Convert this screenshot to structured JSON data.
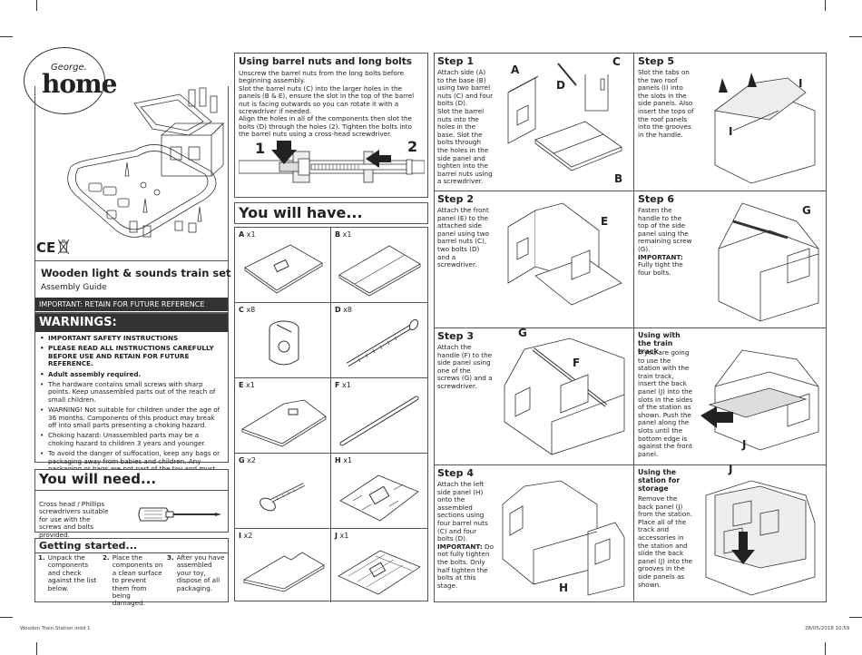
{
  "brand": {
    "line1": "George.",
    "line2": "home"
  },
  "cover": {
    "title": "Wooden light & sounds train set",
    "subtitle": "Assembly Guide",
    "important_bar": "IMPORTANT: RETAIN FOR FUTURE REFERENCE",
    "ce_mark": "CE"
  },
  "warnings": {
    "heading": "WARNINGS:",
    "items": [
      {
        "text": "IMPORTANT SAFETY INSTRUCTIONS",
        "bold": true
      },
      {
        "text": "PLEASE READ ALL INSTRUCTIONS CAREFULLY BEFORE USE AND RETAIN FOR FUTURE REFERENCE.",
        "bold": true
      },
      {
        "text": "Adult assembly required.",
        "bold": true
      },
      {
        "text": "The hardware contains small screws with sharp points. Keep unassembled parts out of the reach of small children.",
        "bold": false
      },
      {
        "text": "WARNING! Not suitable for children under the age of 36 months. Components of this product may break off into small parts presenting a choking hazard.",
        "bold": false
      },
      {
        "text": "Choking hazard: Unassembled parts may be a choking hazard to children 3 years and younger.",
        "bold": false
      },
      {
        "text": "To avoid the danger of suffocation, keep any bags or packaging away from babies and children. Any packaging or bags are not part of the toy and must be disposed of immediately before assembling the toy.",
        "bold": false
      }
    ]
  },
  "need": {
    "heading": "You will need...",
    "text": "Cross head / Phillips screwdrivers suitable for use with the screws and bolts provided."
  },
  "getting_started": {
    "heading": "Getting started...",
    "steps": [
      {
        "num": "1.",
        "text": "Unpack the components and check against the list below."
      },
      {
        "num": "2.",
        "text": "Place the components on a clean surface to prevent them from being damaged."
      },
      {
        "num": "3.",
        "text": "After you have assembled your toy, dispose of all packaging."
      }
    ]
  },
  "barrel": {
    "heading": "Using barrel nuts and long bolts",
    "text": "Unscrew the barrel nuts from the long bolts before beginning assembly.\nSlot the barrel nuts (C) into the larger holes in the panels (B & E), ensure the slot in the top of the barrel nut is facing outwards so you can rotate it with a screwdriver if needed.\nAlign the holes in all of the components then slot the bolts (D) through the holes (2). Tighten the bolts into the barrel nuts using a cross-head screwdriver.",
    "label_1": "1",
    "label_2": "2"
  },
  "have": {
    "heading": "You will have...",
    "parts": [
      {
        "letter": "A",
        "qty": "x1"
      },
      {
        "letter": "B",
        "qty": "x1"
      },
      {
        "letter": "C",
        "qty": "x8"
      },
      {
        "letter": "D",
        "qty": "x8"
      },
      {
        "letter": "E",
        "qty": "x1"
      },
      {
        "letter": "F",
        "qty": "x1"
      },
      {
        "letter": "G",
        "qty": "x2"
      },
      {
        "letter": "H",
        "qty": "x1"
      },
      {
        "letter": "I",
        "qty": "x2"
      },
      {
        "letter": "J",
        "qty": "x1"
      }
    ]
  },
  "steps": [
    {
      "title": "Step 1",
      "text": "Attach side (A) to the base (B) using two barrel nuts (C) and four bolts (D).\nSlot the barrel nuts into the holes in the base. Slot the bolts through the holes in the side panel and tighten into the barrel nuts using a screwdriver.",
      "letters": [
        "A",
        "C",
        "D",
        "B"
      ]
    },
    {
      "title": "Step 2",
      "text": "Attach the front panel (E) to the attached side panel using two barrel nuts (C), two bolts (D) and a screwdriver.",
      "letters": [
        "E"
      ]
    },
    {
      "title": "Step 3",
      "text": "Attach the handle (F) to the side panel using one of the screws (G) and a screwdriver.",
      "letters": [
        "G",
        "F"
      ]
    },
    {
      "title": "Step 4",
      "text": "Attach the left side panel (H) onto the assembled sections using four barrel nuts (C) and four bolts (D).",
      "important": "IMPORTANT:",
      "important_text": "Do not fully tighten the bolts. Only half tighten the bolts at this stage.",
      "letters": [
        "H"
      ]
    },
    {
      "title": "Step 5",
      "text": "Slot the tabs on the two roof panels (I) into the slots in the side panels. Also insert the tops of the roof panels into the grooves in the handle.",
      "letters": [
        "I",
        "I"
      ]
    },
    {
      "title": "Step 6",
      "text": "Fasten the handle to the top of the side panel using the remaining screw (G).",
      "important": "IMPORTANT:",
      "important_text": "Fully tight the four bolts.",
      "letters": [
        "G"
      ]
    },
    {
      "title": "Using with the train track",
      "text": "If you are going to use the station with the train track, insert the back panel (J) into the slots in the sides of the station as shown. Push the panel along the slots until the bottom edge is against the front panel.",
      "letters": [
        "J"
      ]
    },
    {
      "title": "Using the station for storage",
      "text": "Remove the back panel (J) from the station.\nPlace all of the track and accessories in the station and slide the back panel (J) into the grooves in the side panels as shown.",
      "letters": [
        "J"
      ]
    }
  ],
  "footer": {
    "left": "Wooden Train Station.indd   1",
    "right": "28/05/2018   10:59"
  }
}
